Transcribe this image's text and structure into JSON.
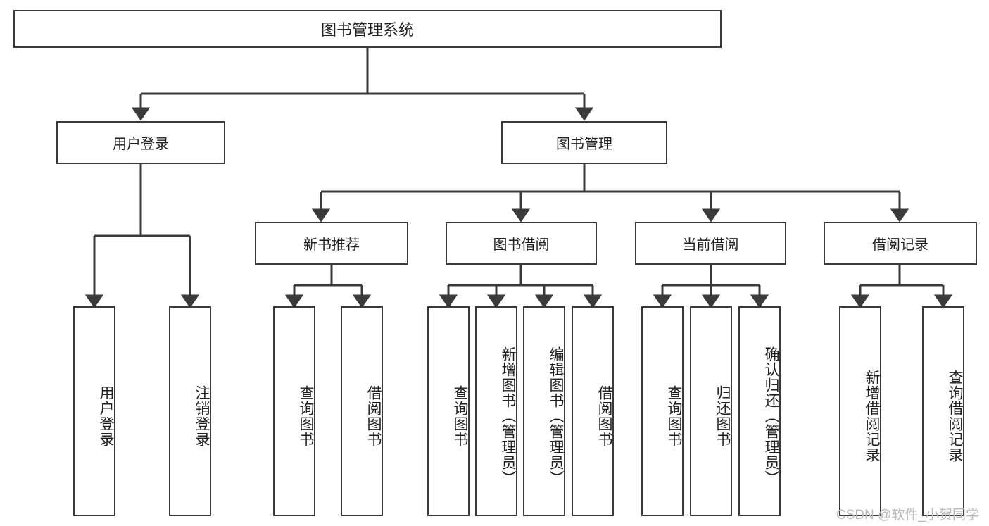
{
  "diagram": {
    "type": "tree-hierarchy-chart",
    "title": "图书管理系统",
    "line_color": "#3a3a3a",
    "box_fill": "#ffffff",
    "text_color": "#1f1f1f",
    "watermark": "CSDN @软件_小贺同学"
  },
  "nodes": {
    "root": {
      "label": "图书管理系统",
      "level": 0
    },
    "level1": [
      {
        "id": "user-login",
        "label": "用户登录"
      },
      {
        "id": "book-management",
        "label": "图书管理"
      }
    ],
    "level2": [
      {
        "id": "new-book-recommend",
        "label": "新书推荐",
        "parent": "book-management"
      },
      {
        "id": "book-borrow",
        "label": "图书借阅",
        "parent": "book-management"
      },
      {
        "id": "current-borrow",
        "label": "当前借阅",
        "parent": "book-management"
      },
      {
        "id": "borrow-record",
        "label": "借阅记录",
        "parent": "book-management"
      }
    ],
    "leaves": {
      "user_login": [
        {
          "id": "leaf-user-login",
          "label": "用户登录"
        },
        {
          "id": "leaf-user-logout",
          "label": "注销登录"
        }
      ],
      "new_book_recommend": [
        {
          "id": "leaf-query-book-1",
          "label": "查询图书"
        },
        {
          "id": "leaf-borrow-book-1",
          "label": "借阅图书"
        }
      ],
      "book_borrow": [
        {
          "id": "leaf-query-book-2",
          "label": "查询图书"
        },
        {
          "id": "leaf-add-book",
          "label": "新增图书（管理员）"
        },
        {
          "id": "leaf-edit-book",
          "label": "编辑图书（管理员）"
        },
        {
          "id": "leaf-borrow-book-2",
          "label": "借阅图书"
        }
      ],
      "current_borrow": [
        {
          "id": "leaf-query-book-3",
          "label": "查询图书"
        },
        {
          "id": "leaf-return-book",
          "label": "归还图书"
        },
        {
          "id": "leaf-confirm-return",
          "label": "确认归还（管理员）"
        }
      ],
      "borrow_record": [
        {
          "id": "leaf-add-record",
          "label": "新增借阅记录"
        },
        {
          "id": "leaf-query-record",
          "label": "查询借阅记录"
        }
      ]
    }
  }
}
